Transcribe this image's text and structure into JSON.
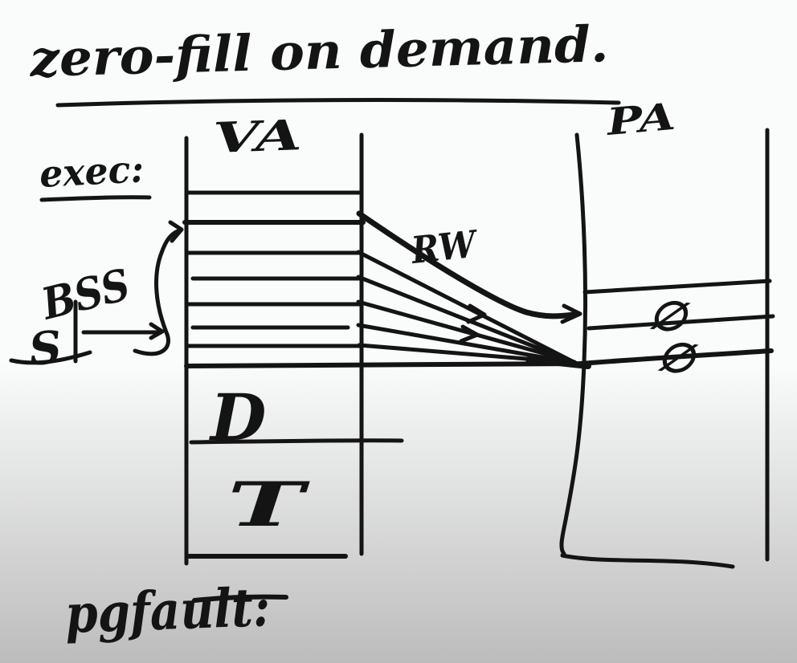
{
  "colors": {
    "ink": "#141414",
    "bg_top": "#fafbfb",
    "bg_bottom": "#bcbcbc"
  },
  "title": {
    "text": "zero-fill on demand."
  },
  "columns": {
    "va": {
      "label": "VA",
      "exec_label": "exec:",
      "bss_label": "BSS",
      "s_label": "S",
      "d_label": "D",
      "t_label": "T"
    },
    "pa": {
      "label": "PA",
      "zero_rows": [
        "∅",
        "∅"
      ]
    }
  },
  "annotations": {
    "rw_label": "RW",
    "pgfault_label": "pgfault:"
  }
}
